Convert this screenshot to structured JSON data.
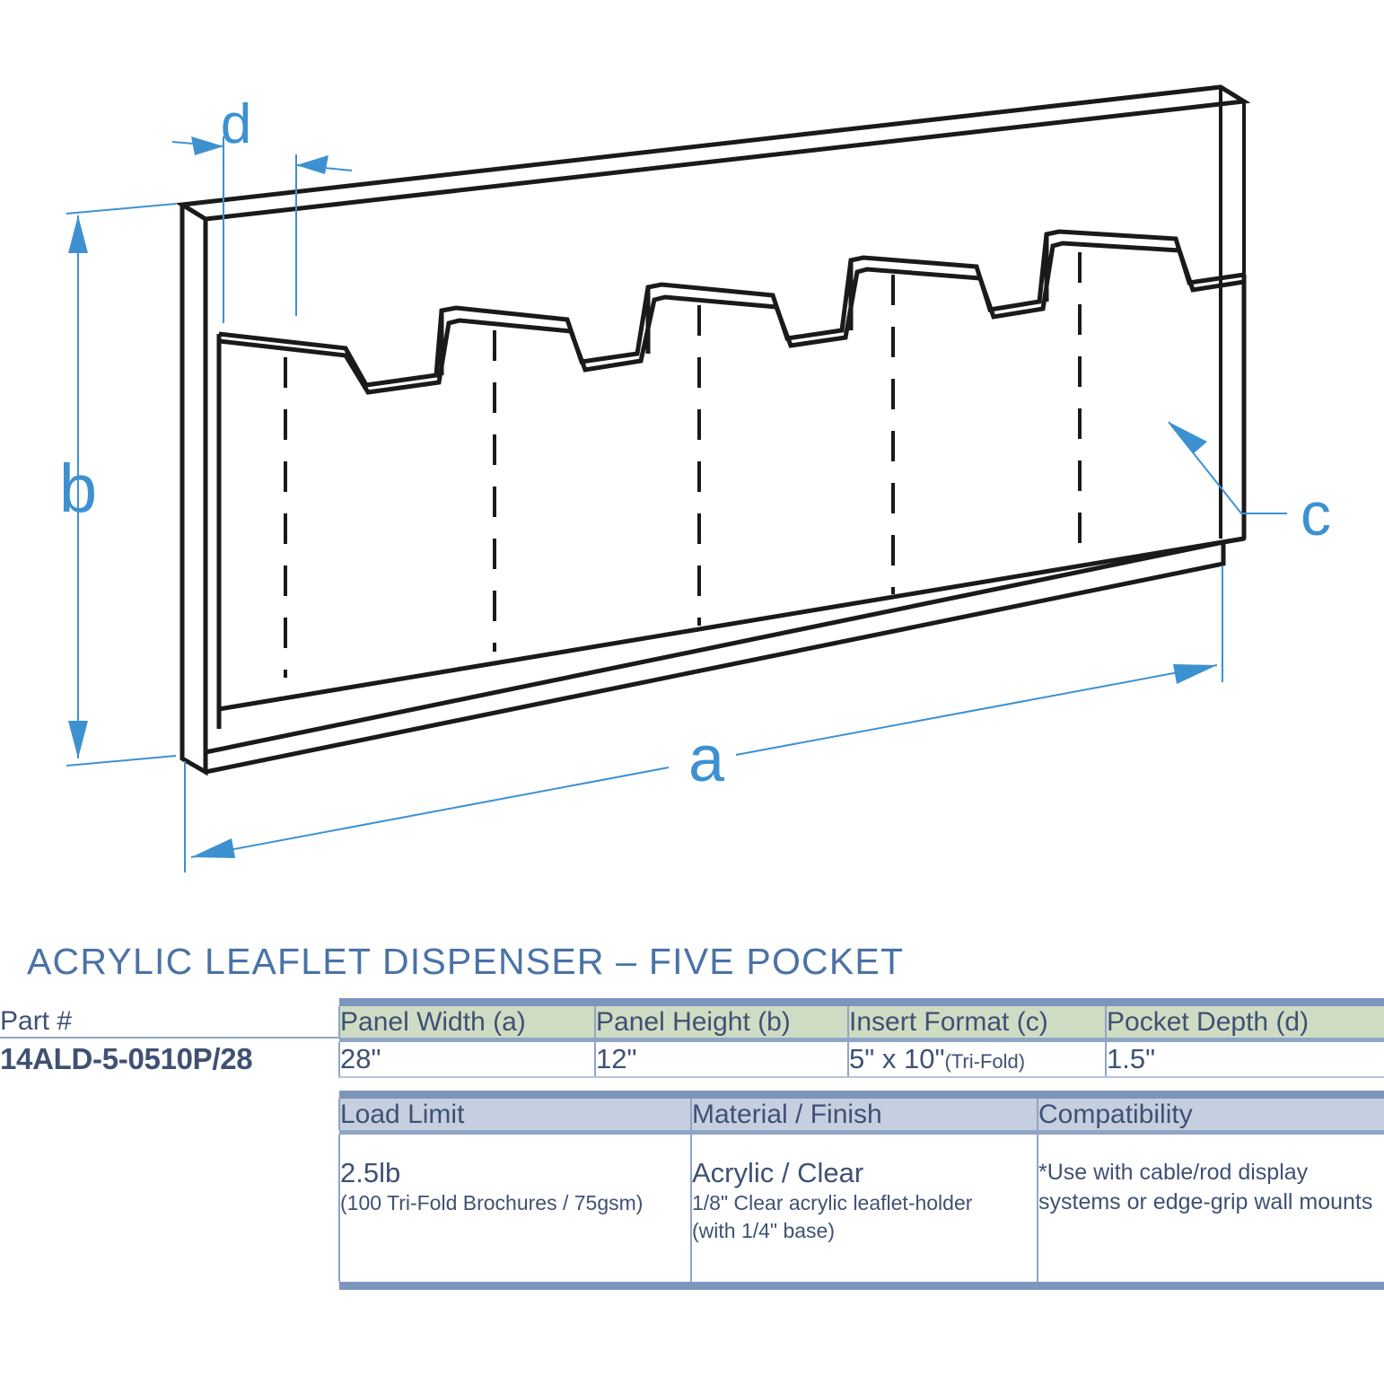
{
  "diagram": {
    "name": "acrylic-leaflet-dispenser-five-pocket-isometric",
    "accent_color": "#3d91d1",
    "line_color": "#1a1a1a",
    "dimension_labels": {
      "a": "a",
      "b": "b",
      "c": "c",
      "d": "d"
    },
    "dimension_meanings": {
      "a": "Panel Width",
      "b": "Panel Height",
      "c": "Insert Format",
      "d": "Pocket Depth"
    },
    "pocket_count": 5
  },
  "title": "ACRYLIC LEAFLET DISPENSER – FIVE POCKET",
  "table_primary": {
    "part_header": "Part #",
    "part_number": "14ALD-5-0510P/28",
    "headers": [
      "Panel Width (a)",
      "Panel Height (b)",
      "Insert Format (c)",
      "Pocket Depth (d)"
    ],
    "values": [
      {
        "main": "28\"",
        "note": ""
      },
      {
        "main": "12\"",
        "note": ""
      },
      {
        "main": "5\" x 10\"",
        "note": "(Tri-Fold)"
      },
      {
        "main": "1.5\"",
        "note": ""
      }
    ]
  },
  "table_secondary": {
    "headers": [
      "Load Limit",
      "Material / Finish",
      "Compatibility"
    ],
    "cells": [
      {
        "main": "2.5lb",
        "lines": [
          "(100 Tri-Fold Brochures / 75gsm)"
        ]
      },
      {
        "main": "Acrylic / Clear",
        "lines": [
          "1/8\" Clear acrylic leaflet-holder",
          "(with 1/4\" base)"
        ]
      },
      {
        "main": "",
        "lines": [
          "*Use with cable/rod display systems or edge-grip wall mounts"
        ]
      }
    ]
  },
  "colors": {
    "title": "#4a72a6",
    "band": "#7d95bd",
    "header_green": "#cfdcc4",
    "header_blue": "#c5cfdf",
    "text": "#3f5173",
    "accent": "#3d91d1"
  }
}
